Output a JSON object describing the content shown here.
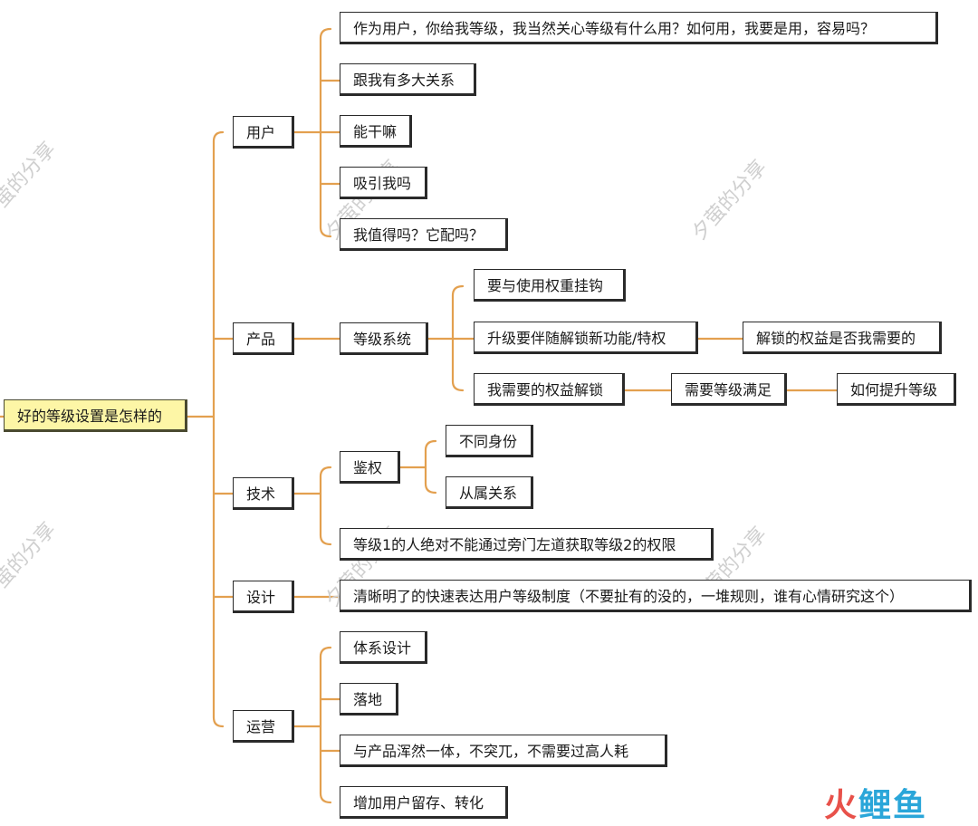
{
  "root": "好的等级设置是怎样的",
  "branches": {
    "user": {
      "label": "用户",
      "items": [
        "作为用户，你给我等级，我当然关心等级有什么用？如何用，我要是用，容易吗？",
        "跟我有多大关系",
        "能干嘛",
        "吸引我吗",
        "我值得吗？它配吗？"
      ]
    },
    "product": {
      "label": "产品",
      "system": "等级系统",
      "sub1": "要与使用权重挂钩",
      "sub2": "升级要伴随解锁新功能/特权",
      "sub2_child": "解锁的权益是否我需要的",
      "sub3": "我需要的权益解锁",
      "sub3_child": "需要等级满足",
      "sub3_grandchild": "如何提升等级"
    },
    "tech": {
      "label": "技术",
      "auth": "鉴权",
      "auth_items": [
        "不同身份",
        "从属关系"
      ],
      "rule": "等级1的人绝对不能通过旁门左道获取等级2的权限"
    },
    "design": {
      "label": "设计",
      "item": "清晰明了的快速表达用户等级制度（不要扯有的没的，一堆规则，谁有心情研究这个）"
    },
    "ops": {
      "label": "运营",
      "items": [
        "体系设计",
        "落地",
        "与产品浑然一体，不突兀，不需要过高人耗",
        "增加用户留存、转化"
      ]
    }
  },
  "watermarks": [
    "夕萤的分享",
    "夕萤的分享",
    "夕萤的分享",
    "夕萤的分享",
    "夕萤的分享",
    "夕萤的分享"
  ],
  "logo": {
    "part1": "火",
    "part2": "鲤",
    "part3": "鱼"
  },
  "colors": {
    "line": "#e3a04f",
    "root_fill": "#fdf6a6"
  }
}
